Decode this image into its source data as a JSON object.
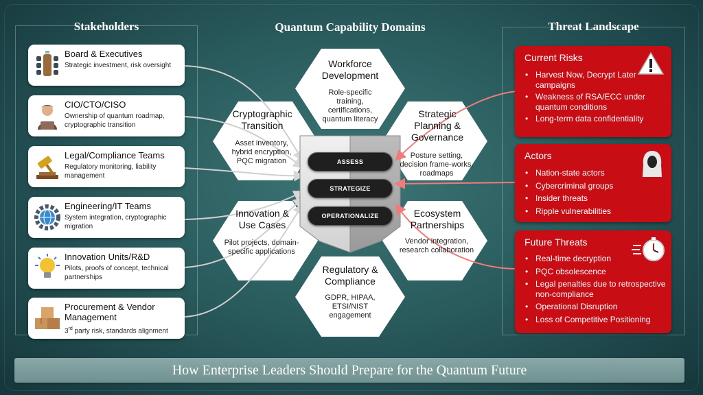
{
  "headers": {
    "stakeholders": "Stakeholders",
    "domains": "Quantum Capability Domains",
    "threats": "Threat Landscape"
  },
  "stakeholders": [
    {
      "title": "Board & Executives",
      "desc": "Strategic investment, risk oversight",
      "icon": "boardroom-icon"
    },
    {
      "title": "CIO/CTO/CISO",
      "desc": "Ownership of quantum roadmap, cryptographic transition",
      "icon": "executive-icon"
    },
    {
      "title": "Legal/Compliance Teams",
      "desc": "Regulatory monitoring, liability management",
      "icon": "gavel-icon"
    },
    {
      "title": "Engineering/IT Teams",
      "desc": "System integration, cryptographic migration",
      "icon": "gear-globe-icon"
    },
    {
      "title": "Innovation Units/R&D",
      "desc": "Pilots, proofs of concept, technical partnerships",
      "icon": "lightbulb-icon"
    },
    {
      "title": "Procurement & Vendor Management",
      "desc_prefix": "3",
      "desc_sup": "rd",
      "desc_rest": " party risk, standards alignment",
      "icon": "boxes-icon"
    }
  ],
  "domains": {
    "workforce": {
      "title": "Workforce Development",
      "desc": "Role-specific training, certifications, quantum literacy"
    },
    "crypto": {
      "title": "Cryptographic Transition",
      "desc": "Asset inventory, hybrid encryption, PQC migration"
    },
    "strategic": {
      "title": "Strategic Planning & Governance",
      "desc": "Posture setting, decision frame-works, roadmaps"
    },
    "innovation": {
      "title": "Innovation & Use Cases",
      "desc": "Pilot projects, domain-specific applications"
    },
    "ecosystem": {
      "title": "Ecosystem Partnerships",
      "desc": "Vendor integration, research collaboration"
    },
    "regulatory": {
      "title": "Regulatory & Compliance",
      "desc": "GDPR, HIPAA, ETSI/NIST engagement"
    }
  },
  "phases": [
    "ASSESS",
    "STRATEGIZE",
    "OPERATIONALIZE"
  ],
  "threats": [
    {
      "title": "Current Risks",
      "icon": "warning-icon",
      "items": [
        "Harvest Now, Decrypt Later campaigns",
        "Weakness of RSA/ECC under quantum conditions",
        "Long-term data confidentiality"
      ]
    },
    {
      "title": "Actors",
      "icon": "hooded-figure-icon",
      "items": [
        "Nation-state actors",
        "Cybercriminal groups",
        "Insider threats",
        "Ripple vulnerabilities"
      ]
    },
    {
      "title": "Future Threats",
      "icon": "stopwatch-icon",
      "items": [
        "Real-time decryption",
        "PQC obsolescence",
        "Legal penalties due to retrospective non-compliance",
        "Operational Disruption",
        "Loss of Competitive Positioning"
      ]
    }
  ],
  "banner": "How Enterprise Leaders Should Prepare for the Quantum Future",
  "colors": {
    "threat_red": "#c80d15",
    "arrow_red": "#f07b7b",
    "teal_bg": "#2a5c5e"
  }
}
